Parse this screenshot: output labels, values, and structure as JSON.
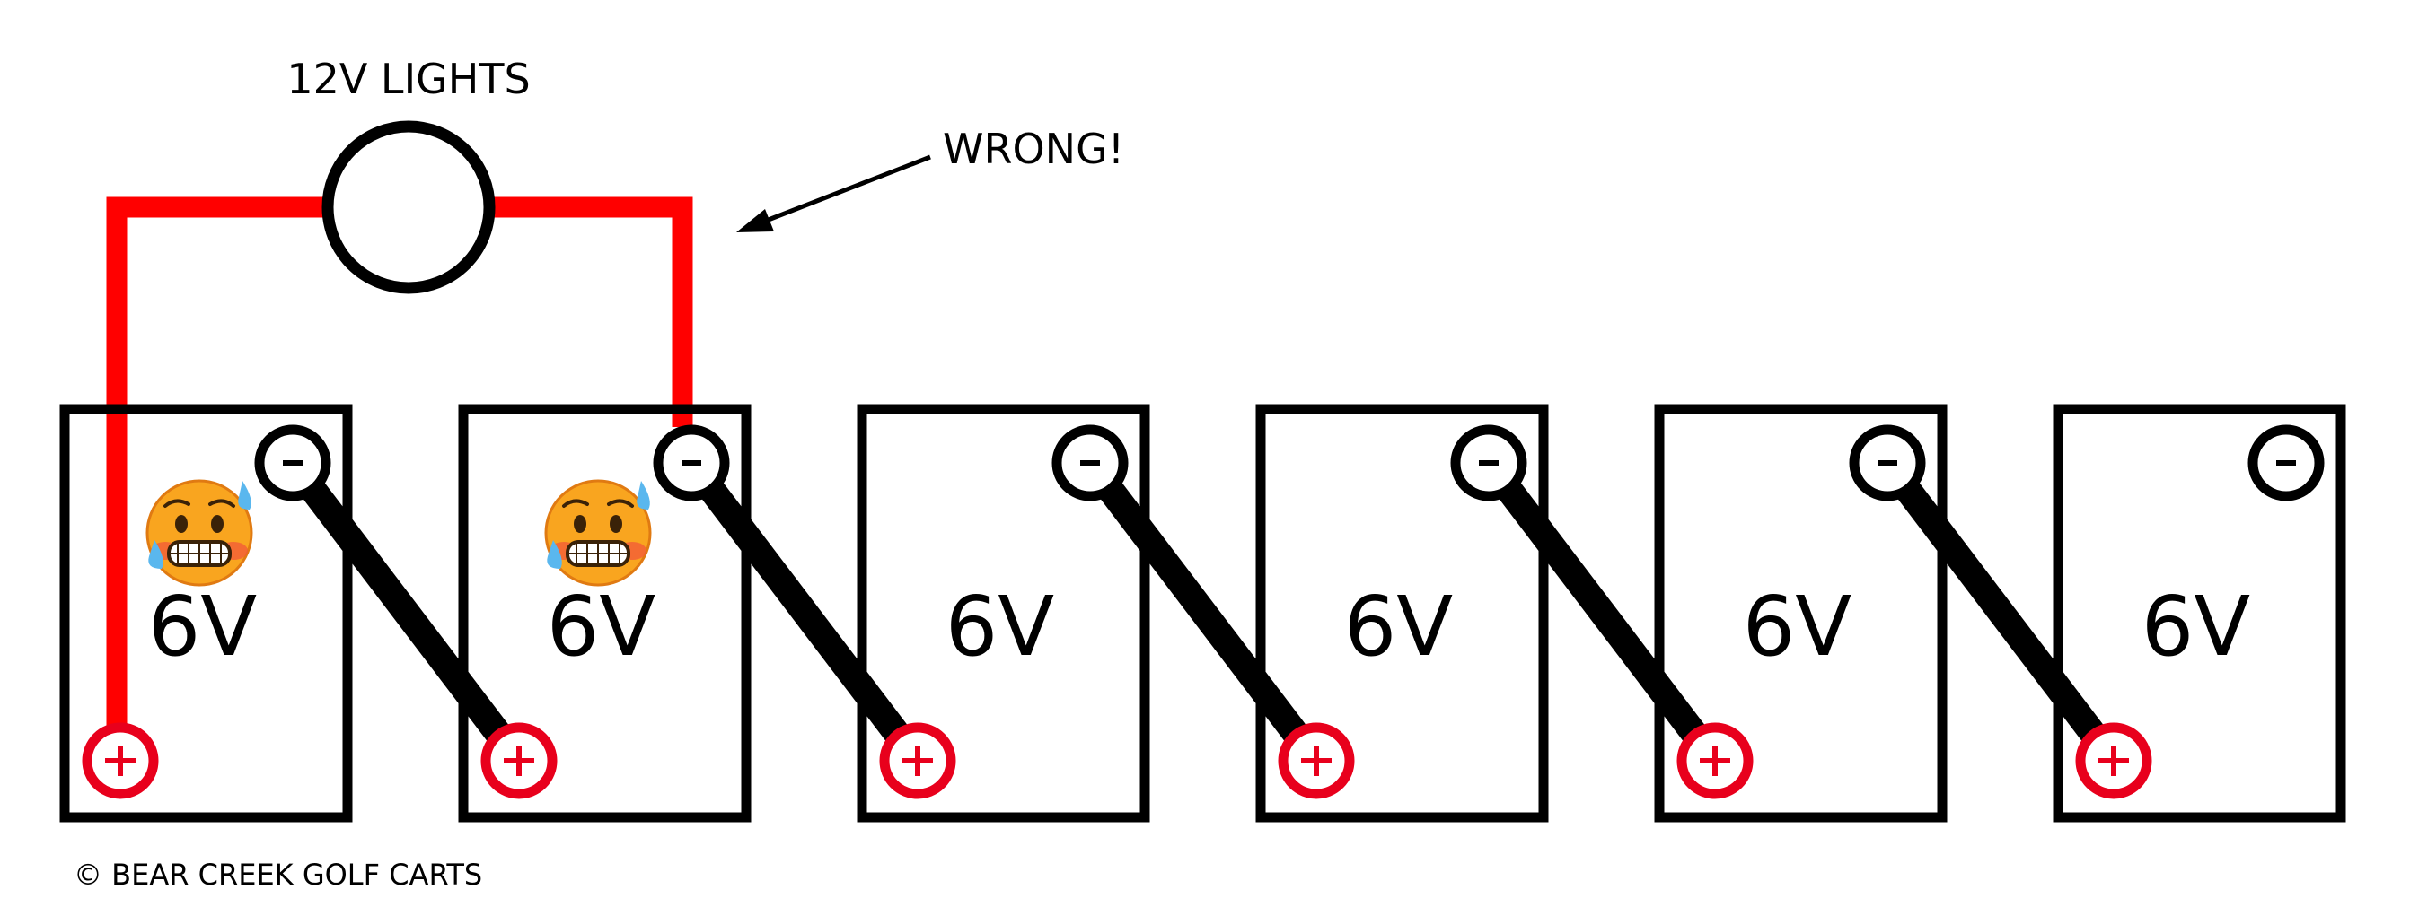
{
  "labels": {
    "lights": "12V LIGHTS",
    "wrong": "WRONG!",
    "copyright": "© BEAR CREEK GOLF CARTS"
  },
  "batteries": [
    {
      "voltage": "6V",
      "warning": true
    },
    {
      "voltage": "6V",
      "warning": true
    },
    {
      "voltage": "6V",
      "warning": false
    },
    {
      "voltage": "6V",
      "warning": false
    },
    {
      "voltage": "6V",
      "warning": false
    },
    {
      "voltage": "6V",
      "warning": false
    }
  ],
  "terminals": {
    "negative": "-",
    "positive": "+"
  },
  "colors": {
    "wire": "#ff0000",
    "positive": "#e8001c",
    "outline": "#000000"
  },
  "icons": {
    "warning_face": "anxious-face-with-sweat-icon",
    "arrow": "arrow-icon"
  }
}
